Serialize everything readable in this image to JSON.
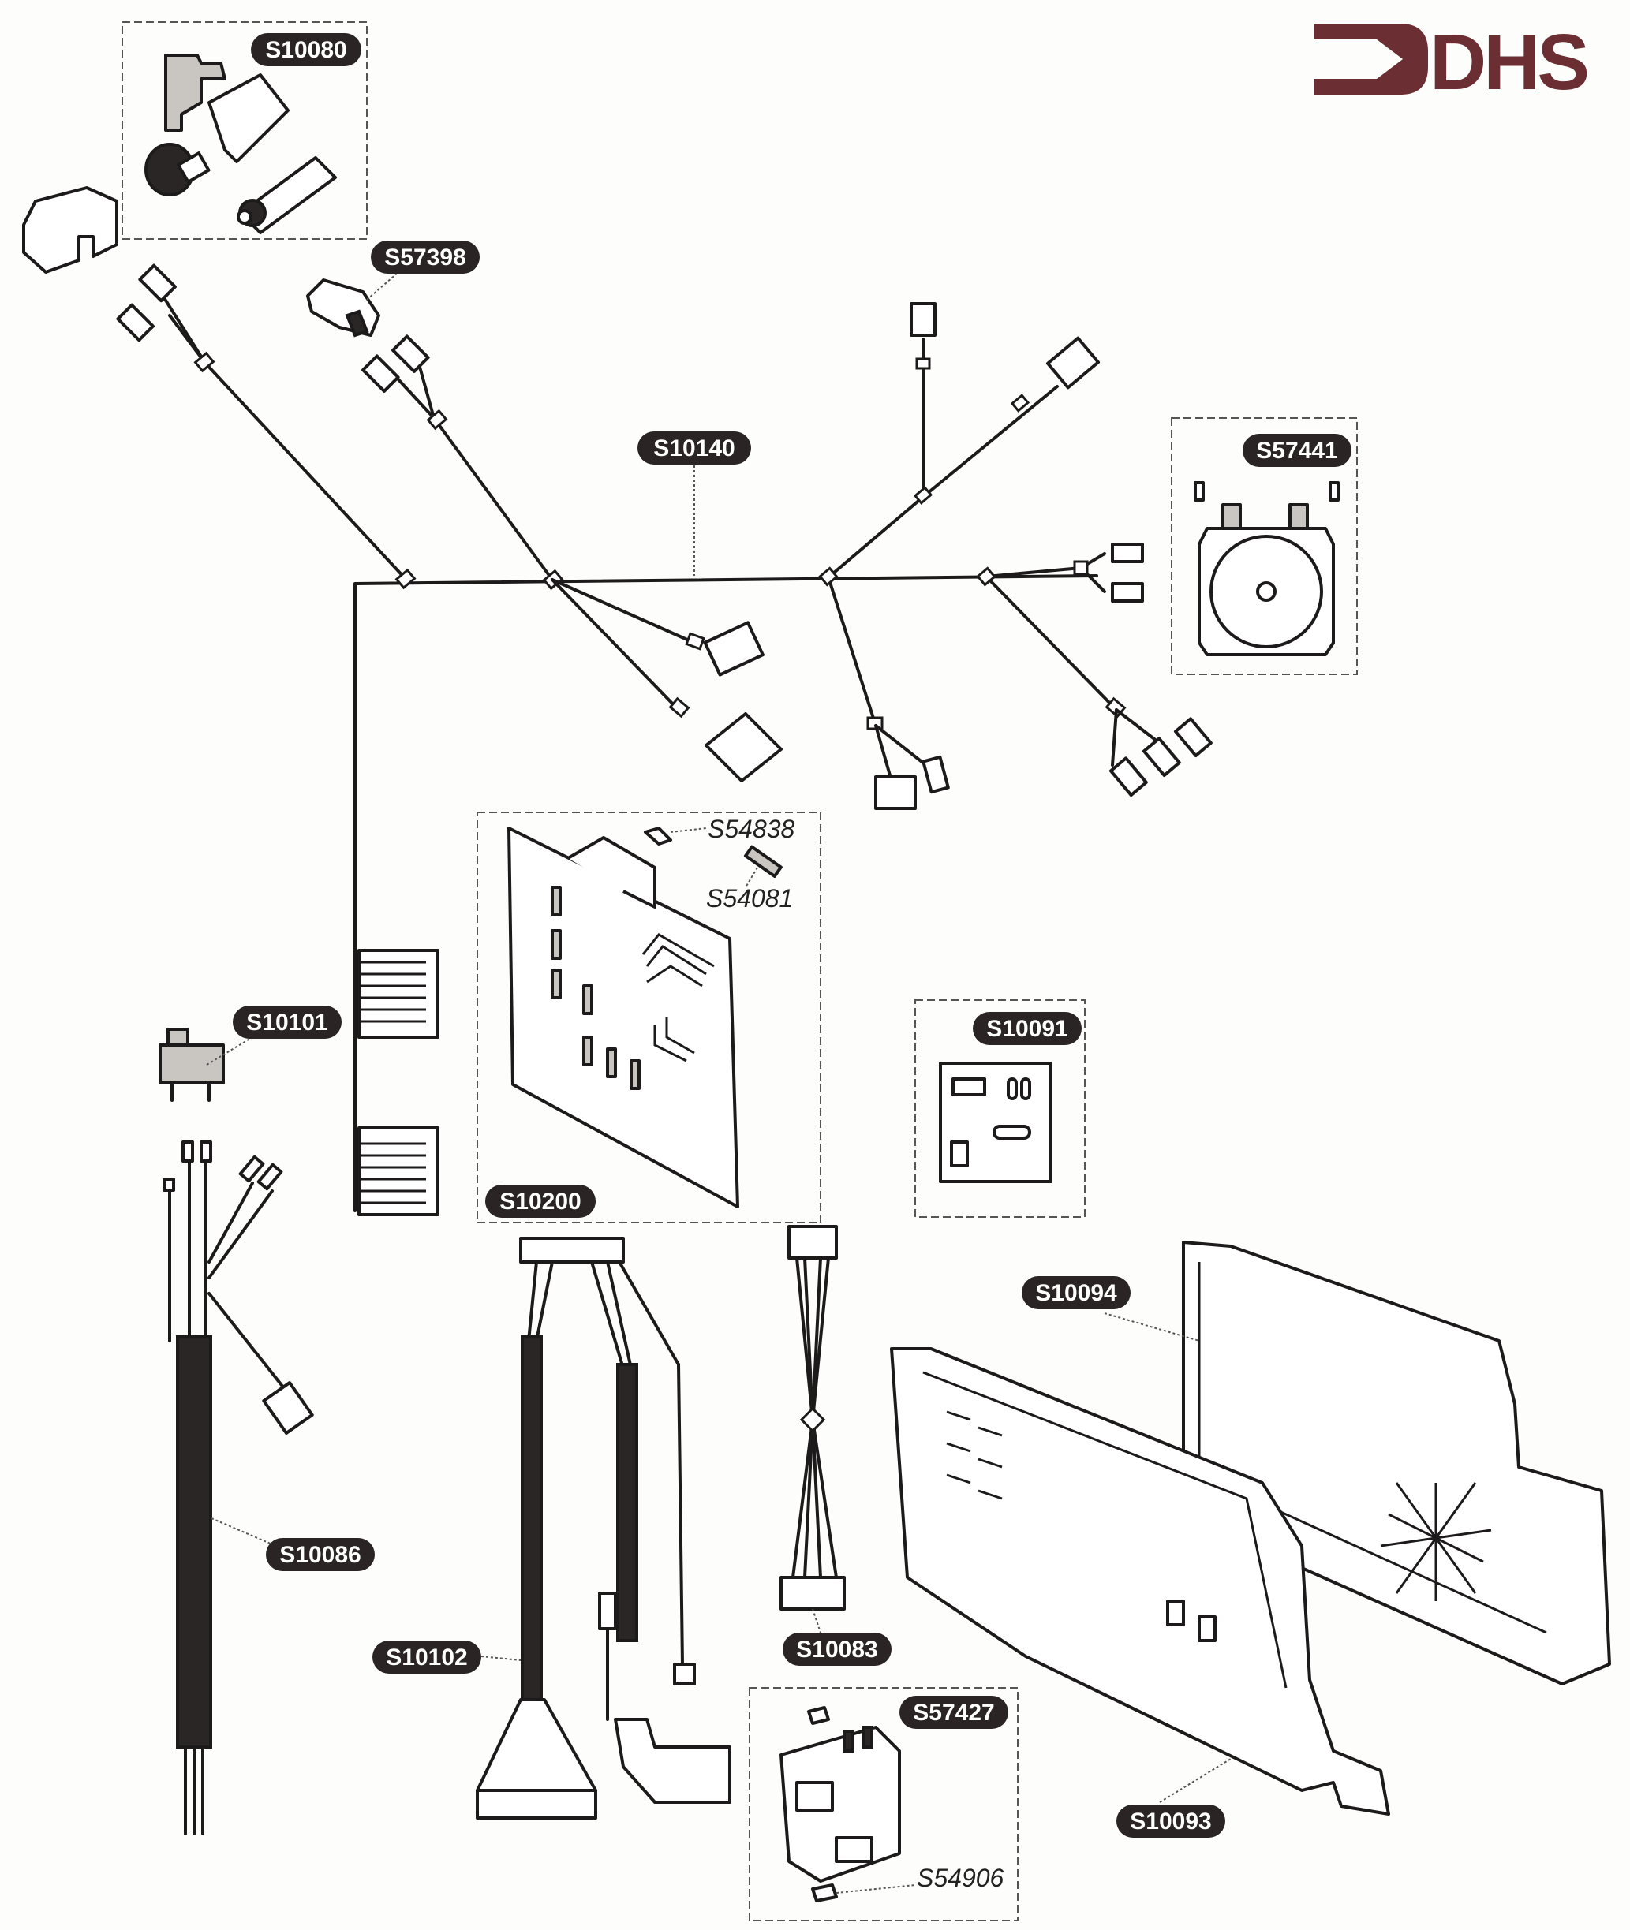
{
  "logo": {
    "text": "DHS",
    "color": "#6b2f33"
  },
  "parts": {
    "s10080": "S10080",
    "s57398": "S57398",
    "s10140": "S10140",
    "s57441": "S57441",
    "s54838": "S54838",
    "s54081": "S54081",
    "s10101": "S10101",
    "s10091": "S10091",
    "s10200": "S10200",
    "s10094": "S10094",
    "s10086": "S10086",
    "s10102": "S10102",
    "s10083": "S10083",
    "s57427": "S57427",
    "s54906": "S54906",
    "s10093": "S10093"
  },
  "colors": {
    "badge": "#2a2424",
    "ink": "#1c1a1a",
    "background": "#fdfdfb"
  }
}
